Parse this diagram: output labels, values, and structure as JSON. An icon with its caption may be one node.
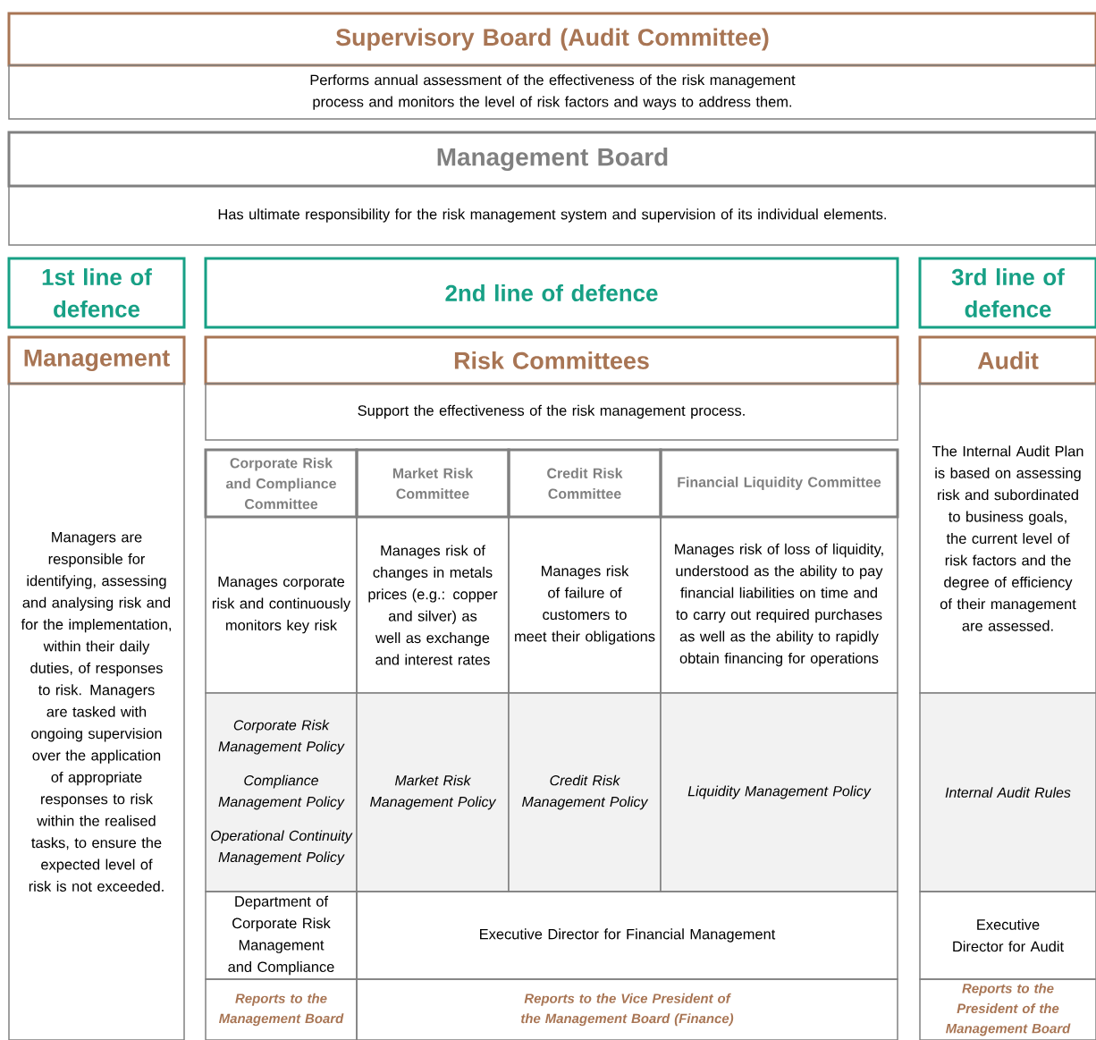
{
  "diagram": {
    "nodes": [
      {
        "text": [
          "Supervisory Board (Audit Committee)"
        ]
      },
      {
        "text": [
          "Performs annual assessment of the effectiveness of the risk management process and monitors the level of risk factors and ways to address them."
        ]
      },
      {
        "text": [
          "Management Board"
        ]
      },
      {
        "text": [
          "Has ultimate responsibility for the risk management system and supervision of its individual elements."
        ]
      },
      {
        "text": [
          "1st line of defence"
        ]
      },
      {
        "text": [
          "2nd line of defence"
        ]
      },
      {
        "text": [
          "3rd line of defence"
        ]
      },
      {
        "text": [
          "Management"
        ]
      },
      {
        "text": [
          "Risk Committees"
        ]
      },
      {
        "text": [
          "Audit"
        ]
      },
      {
        "text": [
          "Managers are responsible for identifying, assessing and analysing risk and for the implementation, within their daily duties, of responses to risk. Managers are tasked with ongoing supervision over the application of appropriate responses to risk within the realised tasks, to ensure the expected level of risk is not exceeded."
        ]
      },
      {
        "text": [
          "Support the effectiveness of the risk management process."
        ]
      },
      {
        "text": [
          "Corporate Risk and Compliance Committee"
        ]
      },
      {
        "text": [
          "Market Risk Committee"
        ]
      },
      {
        "text": [
          "Credit Risk Committee"
        ]
      },
      {
        "text": [
          "Financial Liquidity Committee"
        ]
      },
      {
        "text": [
          "Manages corporate risk and continuously monitors key risk"
        ]
      },
      {
        "text": [
          "Manages risk of changes in metals prices (e.g.: copper and silver) as well as exchange and interest rates"
        ]
      },
      {
        "text": [
          "Manages risk of failure of customers to meet their obligations"
        ]
      },
      {
        "text": [
          "Manages risk of loss of liquidity, understood as the ability to pay financial liabilities on time and to carry out required purchases as well as the ability to rapidly obtain financing for operations"
        ]
      },
      {
        "text": [
          "The Internal Audit Plan is based on assessing risk and subordinated to business goals, the current level of risk factors and the degree of efficiency of their management are assessed."
        ]
      },
      {
        "text": [
          "Corporate Risk Management Policy",
          "Compliance Management Policy",
          "Operational Continuity Management Policy"
        ]
      },
      {
        "text": [
          "Market Risk Management Policy"
        ]
      },
      {
        "text": [
          "Credit Risk Management Policy"
        ]
      },
      {
        "text": [
          "Liquidity Management Policy"
        ]
      },
      {
        "text": [
          "Internal Audit Rules"
        ]
      },
      {
        "text": [
          "Department of Corporate Risk Management and Compliance"
        ]
      },
      {
        "text": [
          "Executive Director for Financial Management"
        ]
      },
      {
        "text": [
          "Executive Director for Audit"
        ]
      },
      {
        "text": [
          "Reports to the Management Board"
        ]
      },
      {
        "text": [
          "Reports to the Vice President of the Management Board (Finance)"
        ]
      },
      {
        "text": [
          "Reports to the President of the Management Board"
        ]
      }
    ]
  }
}
